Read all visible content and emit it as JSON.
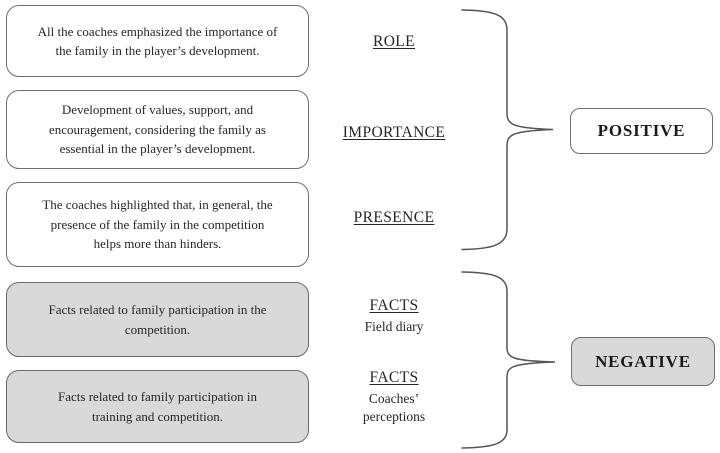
{
  "diagram": {
    "left_boxes": [
      {
        "variant": "white",
        "text": "All the coaches emphasized the importance of\nthe family in the player’s development."
      },
      {
        "variant": "white",
        "text": "Development of values, support, and\nencouragement, considering the family as\nessential in the player’s development."
      },
      {
        "variant": "white",
        "text": "The coaches highlighted that, in general, the\npresence of the family in the competition\nhelps more than hinders."
      },
      {
        "variant": "gray",
        "text": "Facts related to family participation in the\ncompetition."
      },
      {
        "variant": "gray",
        "text": "Facts related to family participation in\ntraining and competition."
      }
    ],
    "middle_labels": [
      {
        "title": "ROLE",
        "subtitle": ""
      },
      {
        "title": "IMPORTANCE",
        "subtitle": ""
      },
      {
        "title": "PRESENCE",
        "subtitle": ""
      },
      {
        "title": "FACTS",
        "subtitle": "Field diary"
      },
      {
        "title": "FACTS",
        "subtitle": "Coaches’\nperceptions"
      }
    ],
    "right_boxes": [
      {
        "label": "POSITIVE",
        "variant": "white"
      },
      {
        "label": "NEGATIVE",
        "variant": "gray"
      }
    ],
    "colors": {
      "white_fill": "#ffffff",
      "gray_fill": "#d9d9d9",
      "box_border": "#6f6f6f",
      "text": "#262626",
      "brace_stroke": "#555555"
    }
  }
}
